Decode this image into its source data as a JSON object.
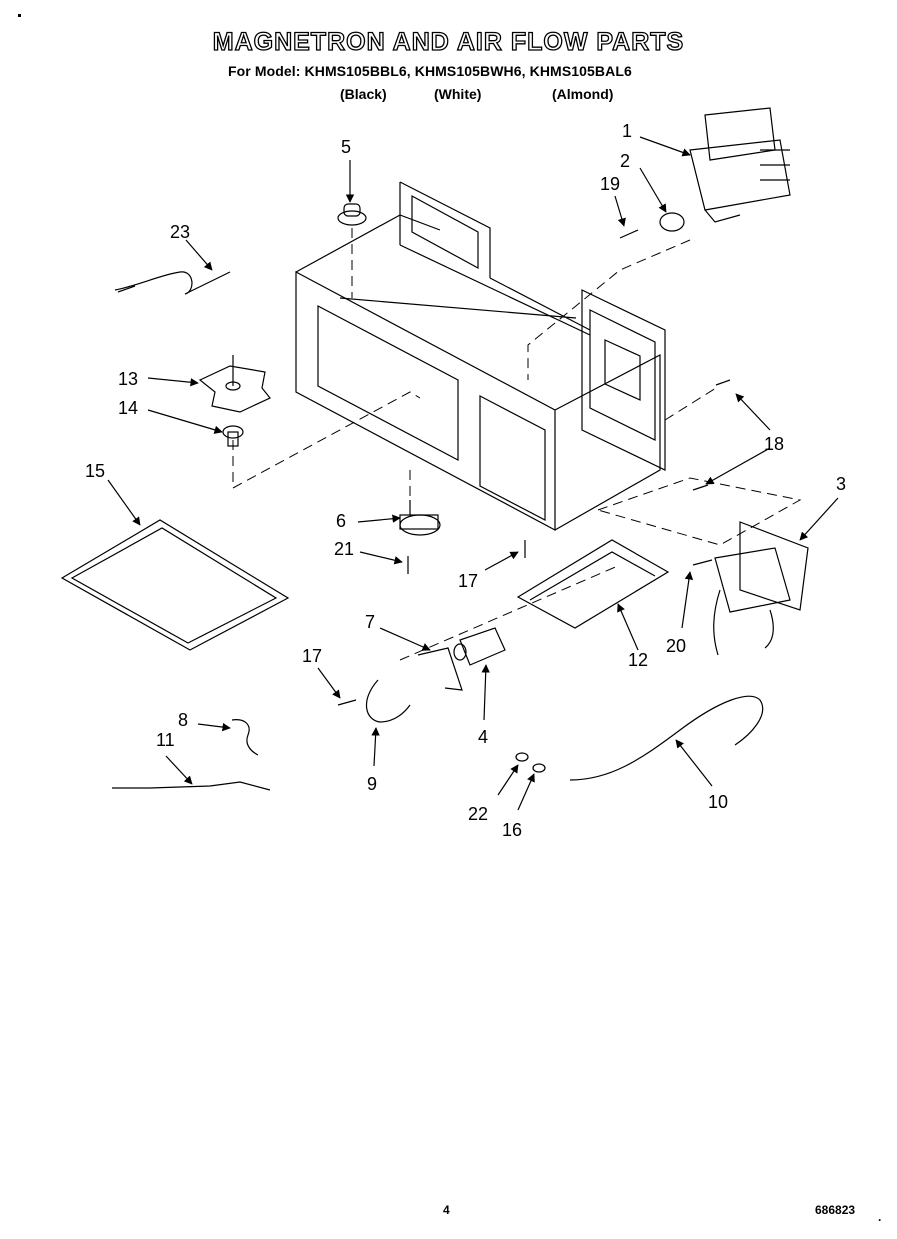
{
  "title": "MAGNETRON AND AIR FLOW PARTS",
  "models_line": "For Model: KHMS105BBL6, KHMS105BWH6, KHMS105BAL6",
  "colors": [
    "(Black)",
    "(White)",
    "(Almond)"
  ],
  "callouts": {
    "c1": "1",
    "c2": "2",
    "c3": "3",
    "c4": "4",
    "c5": "5",
    "c6": "6",
    "c7": "7",
    "c8": "8",
    "c9": "9",
    "c10": "10",
    "c11": "11",
    "c12": "12",
    "c13": "13",
    "c14": "14",
    "c15": "15",
    "c16": "16",
    "c17a": "17",
    "c17b": "17",
    "c18": "18",
    "c19": "19",
    "c20": "20",
    "c21": "21",
    "c22": "22",
    "c23": "23"
  },
  "footer": {
    "page": "4",
    "code": "686823"
  }
}
